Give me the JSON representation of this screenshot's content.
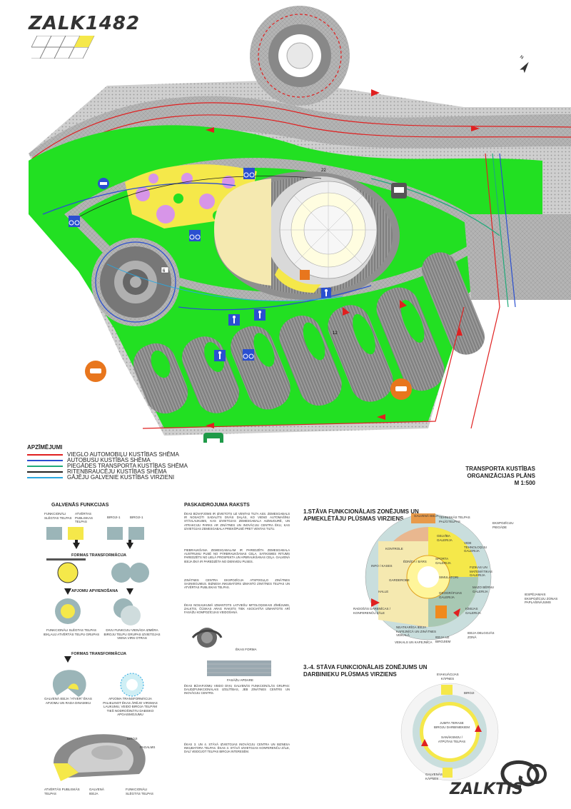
{
  "brand": {
    "title": "ZALK1482"
  },
  "plan": {
    "north_label": "N",
    "building_numbers": [
      "6",
      "12",
      "22"
    ],
    "colors": {
      "grass": "#22e022",
      "paving": "#b0b0b0",
      "road": "#8e8e8e",
      "car_route": "#e02020",
      "bus_route": "#2a4fd0",
      "delivery_route": "#1faa7a",
      "bike_route": "#222222",
      "pedestrian_route": "#2aa7e0",
      "yellow": "#f5e84a",
      "purple": "#d795e8",
      "orange_sign": "#e8761d",
      "bus_sign": "#1f9a48"
    },
    "icons": [
      "bicycle-icon",
      "pedestrian-icon",
      "car-icon",
      "bus-icon",
      "truck-icon"
    ]
  },
  "legend": {
    "header": "APZĪMĒJUMI",
    "items": [
      {
        "label": "VIEGLO AUTOMOBIĻU KUSTĪBAS SHĒMA",
        "color": "#e02020"
      },
      {
        "label": "AUTOBUSU KUSTĪBAS SHĒMA",
        "color": "#2a4fd0"
      },
      {
        "label": "PIEGĀDES TRANSPORTA KUSTĪBAS SHĒMA",
        "color": "#1faa7a"
      },
      {
        "label": "RITENBRAUCĒJU KUSTĪBAS SHĒMA",
        "color": "#222222"
      },
      {
        "label": "GĀJĒJU GALVENIE KUSTĪBAS VIRZIENI",
        "color": "#2aa7e0"
      }
    ]
  },
  "plan_title": {
    "line1": "TRANSPORTA KUSTĪBAS",
    "line2": "ORGANIZĀCIJAS PLĀNS",
    "scale": "M 1:500"
  },
  "functions": {
    "title": "GALVENĀS FUNKCIJAS",
    "box_labels": [
      "FUNKCIONĀLI SLĒGTAS TELPAS",
      "ATVĒRTAS PUBLISKAS TELPAS",
      "BIROJI-1",
      "BIROJI-1"
    ],
    "step1": "FORMAS TRANSFORMĀCIJA",
    "step2": "APJOMU APVIENOŠANA",
    "caption_left": "FUNKCIONĀLI SLĒGTAS TELPAS IEKĻAUJ ATVĒRTĀS TELPU GRUPAS",
    "caption_right": "DIVU FUNKCIJU VIENĀDA IZMĒRA BIROJU TELPU GRUPAS IZVIETOJAS VIENA VIRS OTRAS",
    "step3": "FORMAS TRANSFORMĀCIJA",
    "caption_spiral": "GALVENĀ IEEJA \"ATVER\" ĒKAS APJOMU UN RADA DINAMIKU",
    "caption_ring": "APJOMA TRANSFORMĀCIJA PALIELINOT ĒKAS ĀRĒJO VIRSMAS LAUKUMU, VEIDO BIROJA TELPĀM TIEŠ NODROŠINĀTU DABISKO APGAISMOJUMU",
    "label_biroji": "BIROJI",
    "label_pagalms": "PAGALMS",
    "label_open": "ATVĒRTĀS PUBLISKĀS TELPAS",
    "label_entry": "GALVENĀ IEEJA",
    "label_closed": "FUNKCIONĀLI SLĒGTĀS TELPAS"
  },
  "explanation": {
    "title": "PASKAIDROJUMA RAKSTS",
    "p1": "ĒKAS BŪVAPJOMS IR IZVIETOTS UZ VENTAS TILTA ASS. ZEMESGABALS IR NOSACĪTI SADALĪTS DIVĀS DAĻĀS, KO VIENO AUTOMAŠĪNU STĀVLAUKUMS, KAS IZVIETOJAS ZEMESGABALA AIZMUGURĒ, UN ATRAKCIJU PARKS AR ZINĀTNES UN INOVĀCIJU CENTRA ĒKU, KAS IZVIETOJAS ZEMESGABALA PRIEKŠPUSĒ PRET VENTAS TILTU.",
    "p2": "PIEBRAUKŠANA ZEMESGABALAM IR PAREDZĒTA ZEMESGABALA AUSTRUMU PUSĒ NO PĀRBRAUKŠANAS CEĻA. SATIKSMES RITUMS PAREDZĒTS NO LIELĀ PROSPEKTA UN APBRAUKŠANAS CEĻA. GALVENĀ IEEJA ĒKĀ IR PAREDZĒTA NO DIENVIDU PUSES.",
    "p3": "ZINĀTNES CENTRA EKSPOZĪCIJA ATSPOGUĻO ZINĀTNES SASNIEGUMUS. BIZNESA INKUBATORS IZMANTO ZINĀTNES TELPAS UN ATVĒRTAS PUBLISKAS TELPAS.",
    "p4": "ĒKAS NOSAUKUMĀ IZMANTOTS LATVIEŠU MITOLOĢISKAIS ZĪMĒJUMS, ZALKTIS, ČŪSKAS ARAG RAKSTS TIEK ASOCIATĪVI IZMANTOTS ARĪ FASĀŽU KOMPOZĪCIJAS VEIDOŠANĀ.",
    "caption_snake": "ĒKAS FORMA",
    "caption_facade": "FASĀŽU APDARE",
    "p5": "ĒKAS BŪVAPJOMU VEIDO DIVU GALVENĀS FUNKCIONĀLĀS GRUPAS: DAUDZFUNKCIONĀLAIS IZGLĪTĪBAS, JEB ZINĀTNES CENTRS UN INOVĀCIJU CENTRS.",
    "p6": "ĒKAS 3. UN 4. STĀVĀ IZVIETOJAS INOVĀCIJU CENTRA UN BIZNESA INKUBATORA TELPAS. ĒKAS 3. STĀVĀ IZVIETOJAS KONFERENČU ZĀLE, DALĪ VEIDOJOT TELPAS BIROJA INTERESĒM."
  },
  "diagram1": {
    "title_line1": "1.STĀVA FUNKCIONĀLAIS ZONĒJUMS UN",
    "title_line2": "APMEKLĒTĀJU PLŪSMAS VIRZIENS",
    "labels": [
      "GALVENĀ IEEJA",
      "TEHNISKĀS TELPAS PALĪGTELPAS",
      "EKSPOZĪCIJU PIEGĀDE",
      "KONTROLE",
      "GELVĪBA GALERIJA",
      "VIDE TEHNOLOĢIJU GALERIJA",
      "ĒDNĪCA / BĀRS",
      "SPORTA GALERIJA",
      "FIZIKAS UN MATEMĀTIKAS GALERIJA",
      "INFO / KASES",
      "MAZO BĒRNU GALERIJA",
      "SIMULATORI",
      "HALLE",
      "GARDEROBE",
      "ĢEOGRĀFIJAS GALERIJA",
      "RADOŠĀS DARBNĪCAS / KONFERENČU ZĀLE",
      "ĶĪMIJAS GALERIJA",
      "NEATKARĪGA IEEJA KAFEJNĪCĀ UN ZINĀTNES VEIKALĀ",
      "VEIKALS UN KAFEJNĪCA",
      "IEEJA UZ BIROJIEM",
      "IEEJA DELGOJĀS ZONĀ",
      "IESPĒJAMAIS EKSPOZĪCIJU ZONAS PAPLAŠINĀJUMS"
    ]
  },
  "diagram2": {
    "title_line1": "3.-4. STĀVA FUNKCIONĀLAIS ZONĒJUMS UN",
    "title_line2": "DARBINIEKU PLŪSMAS VIRZIENS",
    "labels": [
      "EVAKUĀCIJAS KĀPNES",
      "BIROJI",
      "JUMTA TERASE BIROJU DARBINIEKIEM",
      "SANĀKSMJU / ATPŪTAS TELPAS",
      "GALVENĀS KĀPNES"
    ]
  },
  "footer": {
    "logo": "ZALKTIS"
  }
}
